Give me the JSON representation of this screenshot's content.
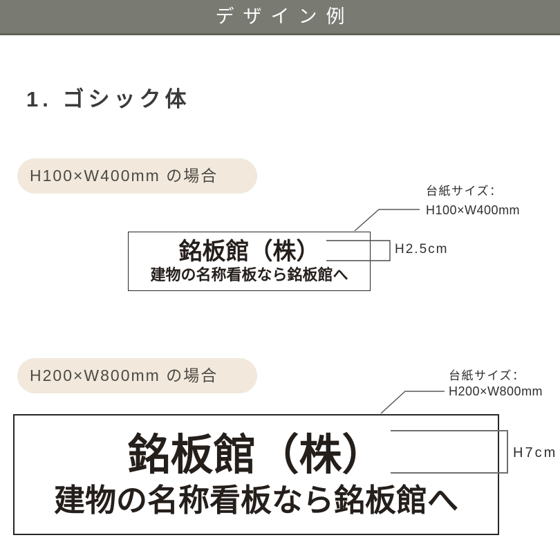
{
  "header": {
    "title": "デザイン例"
  },
  "section": {
    "heading": "1. ゴシック体"
  },
  "examples": [
    {
      "case_label": "H100×W400mm の場合",
      "board_size_label": "台紙サイズ：",
      "board_size_value": "H100×W400mm",
      "text_height_label": "H2.5cm",
      "plate": {
        "line1": "銘板館（株）",
        "line2": "建物の名称看板なら銘板館へ"
      }
    },
    {
      "case_label": "H200×W800mm の場合",
      "board_size_label": "台紙サイズ：",
      "board_size_value": "H200×W800mm",
      "text_height_label": "H7cm",
      "plate": {
        "line1": "銘板館（株）",
        "line2": "建物の名称看板なら銘板館へ"
      }
    }
  ],
  "colors": {
    "header_bg": "#797b73",
    "header_border": "#60625a",
    "header_text": "#fdfdfc",
    "heading_text": "#3b3b3c",
    "pill_bg": "#f2e9dc",
    "pill_text": "#4c4a45",
    "plate_border": "#262626",
    "plate_text": "#251f1c",
    "annotation_text": "#2f2f2f",
    "leader_line": "#58585a",
    "bracket_small": "#4a4a4c",
    "bracket_large": "#6e6e70"
  }
}
